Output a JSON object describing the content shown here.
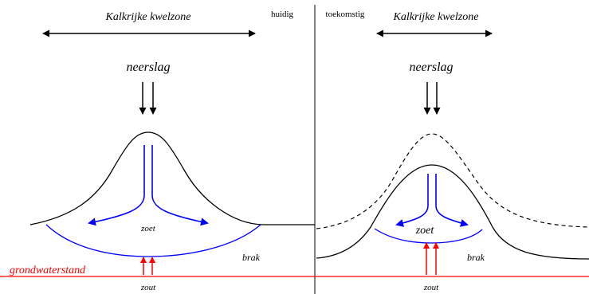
{
  "left_panel": {
    "zone_label": "Kalkrijke kwelzone",
    "state_label": "huidig",
    "precip_label": "neerslag",
    "fresh_label": "zoet",
    "brackish_label": "brak",
    "salt_label": "zout"
  },
  "right_panel": {
    "zone_label": "Kalkrijke kwelzone",
    "state_label": "toekomstig",
    "precip_label": "neerslag",
    "fresh_label": "zoet",
    "brackish_label": "brak",
    "salt_label": "zout"
  },
  "groundwater_label": "grondwaterstand",
  "colors": {
    "groundwater": "#ff0000",
    "flow": "#0000ff",
    "outline": "#000000"
  }
}
